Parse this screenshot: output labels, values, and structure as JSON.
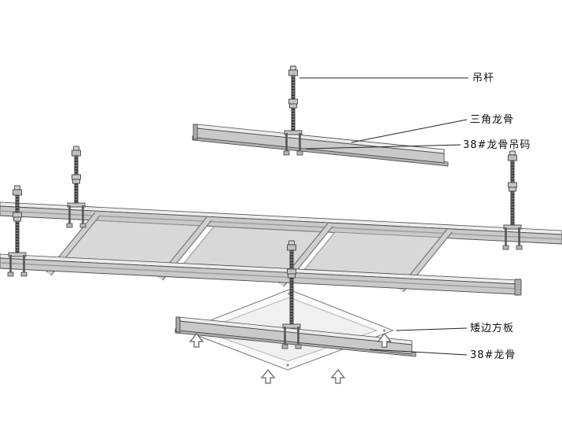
{
  "labels": {
    "hanger_rod": "吊杆",
    "triangle_keel": "三角龙骨",
    "keel_clip": "38#龙骨吊码",
    "square_panel": "矮边方板",
    "keel_38": "38#龙骨"
  },
  "colors": {
    "background": "#ffffff",
    "outline": "#4a4a4a",
    "metal_light": "#ececec",
    "metal_mid": "#c9c9c9",
    "metal_dark": "#b0b0b0",
    "panel_fill": "#d8d8d8",
    "square_panel_fill": "#fafafa",
    "rod_dark": "#3b3b3b",
    "leader_line": "#222222",
    "label_text": "#111111"
  }
}
